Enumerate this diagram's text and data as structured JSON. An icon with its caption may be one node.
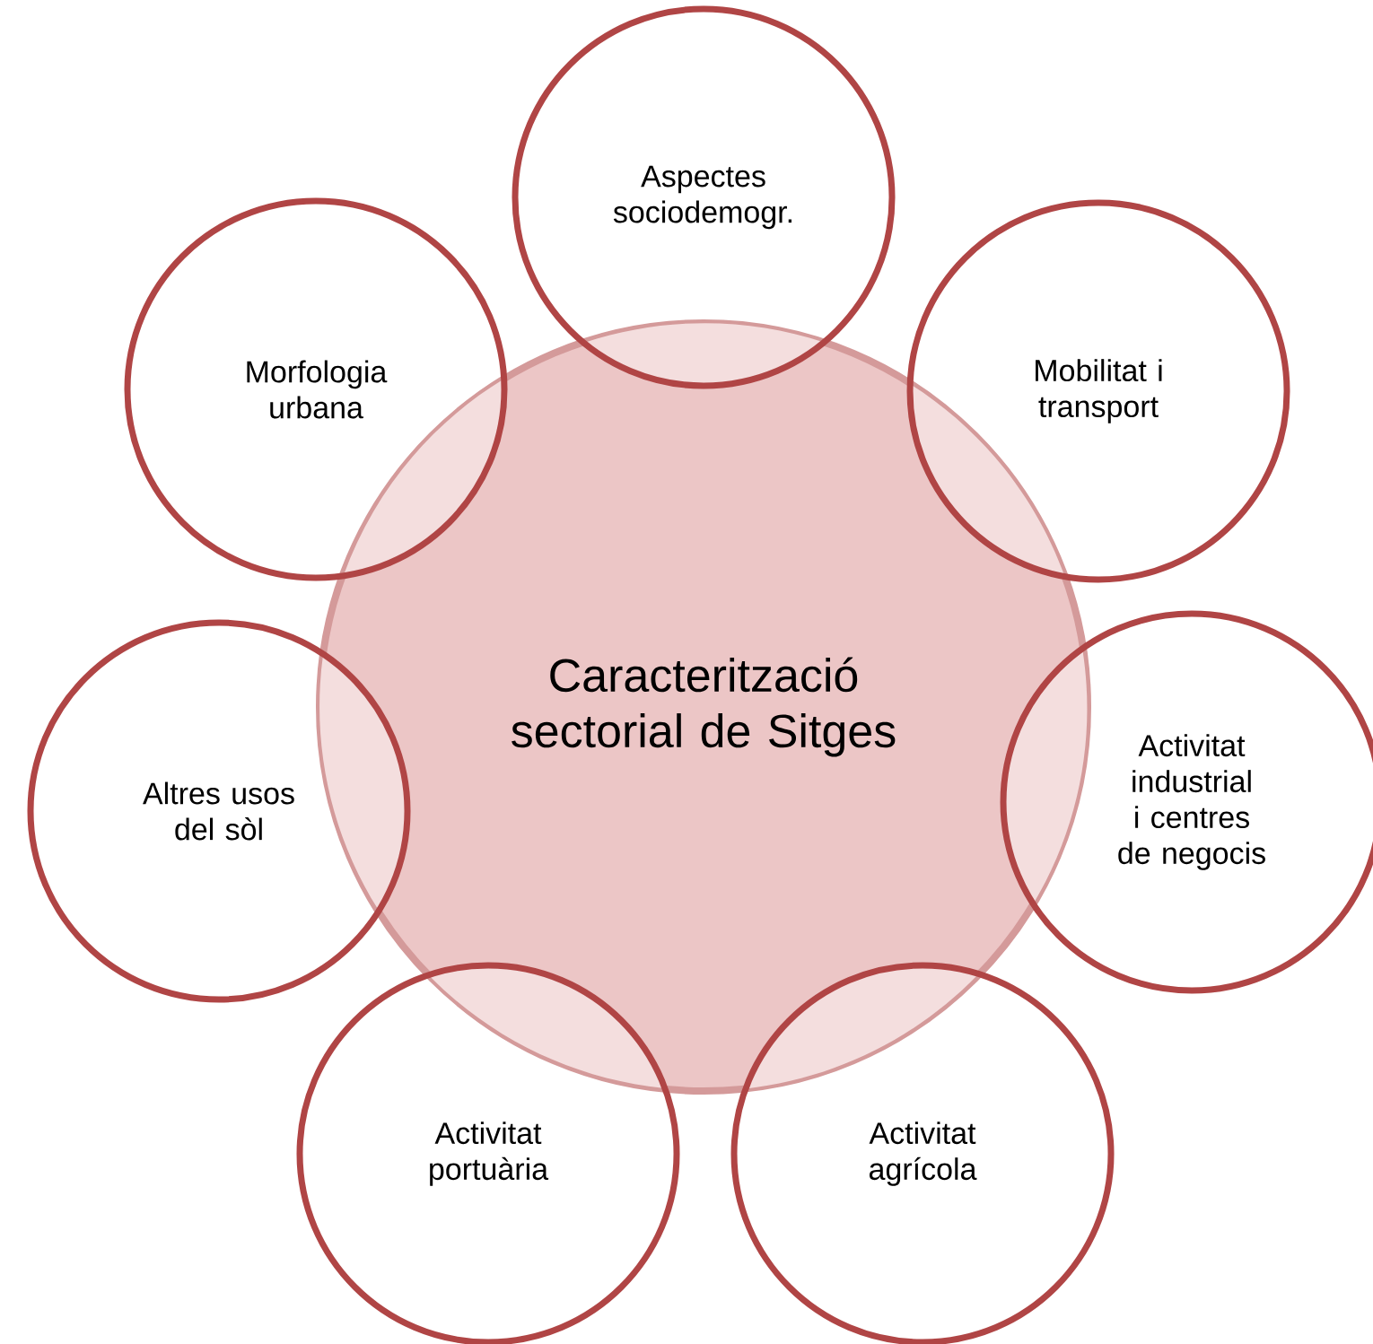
{
  "diagram": {
    "nodes": [
      {
        "text": [
          "Caracterització sectorial de Sitges"
        ]
      },
      {
        "text": [
          "Aspectes sociodemogr."
        ]
      },
      {
        "text": [
          "Mobilitat i transport"
        ]
      },
      {
        "text": [
          "Activitat industrial i centres de negocis"
        ]
      },
      {
        "text": [
          "Activitat agrícola"
        ]
      },
      {
        "text": [
          "Activitat portuària"
        ]
      },
      {
        "text": [
          "Altres usos del sòl"
        ]
      },
      {
        "text": [
          "Morfologia urbana"
        ]
      }
    ]
  }
}
